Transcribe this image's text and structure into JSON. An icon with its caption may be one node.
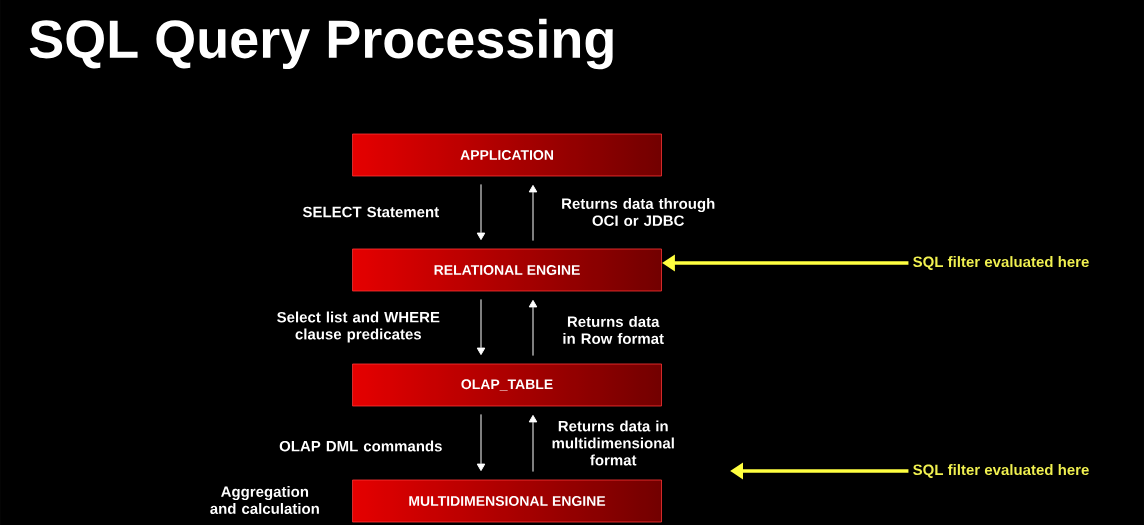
{
  "diagram": {
    "title": "SQL Query Processing",
    "nodes": [
      {
        "text": [
          "APPLICATION"
        ]
      },
      {
        "text": [
          "RELATIONAL ENGINE"
        ]
      },
      {
        "text": [
          "OLAP_TABLE"
        ]
      },
      {
        "text": [
          "MULTIDIMENSIONAL ENGINE"
        ],
        "beside": [
          "Aggregation and calculation"
        ]
      },
      {
        "text": [
          "SQL filter  evaluated here"
        ]
      },
      {
        "text": [
          "SQL filter  evaluated here"
        ]
      }
    ],
    "edges": [
      {
        "from": 0,
        "to": 1,
        "arrow": "to",
        "label": "SELECT Statement"
      },
      {
        "from": 1,
        "to": 0,
        "arrow": "to",
        "label": "Returns data through OCI or JDBC"
      },
      {
        "from": 1,
        "to": 2,
        "arrow": "to",
        "label": "Select list and WHERE clause predicates"
      },
      {
        "from": 2,
        "to": 1,
        "arrow": "to",
        "label": "Returns data in Row format"
      },
      {
        "from": 2,
        "to": 3,
        "arrow": "to",
        "label": "OLAP DML commands"
      },
      {
        "from": 3,
        "to": 2,
        "arrow": "to",
        "label": "Returns data in multidimensional format"
      },
      {
        "from": 4,
        "to": 1,
        "arrow": "to",
        "style": "thick",
        "color": "#ffff40"
      },
      {
        "from": 5,
        "to": null,
        "arrow": "to",
        "style": "thick",
        "color": "#ffff40"
      }
    ]
  }
}
